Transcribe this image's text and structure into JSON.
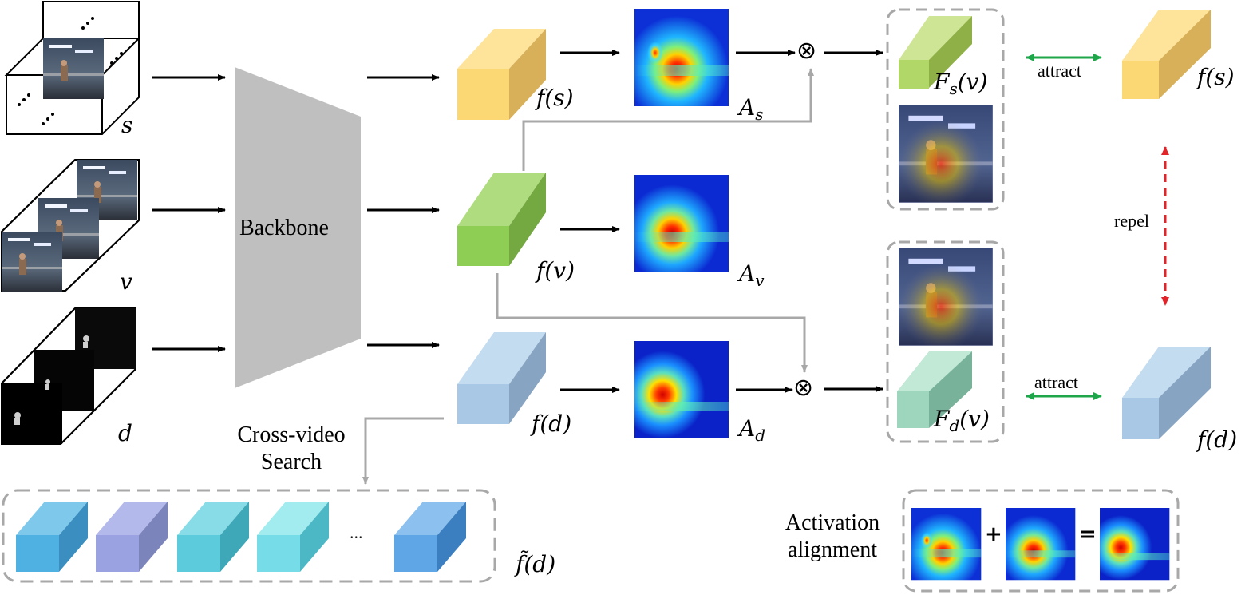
{
  "inputs": {
    "s": "s",
    "v": "v",
    "d": "d"
  },
  "backbone": "Backbone",
  "features": {
    "fs": "f(s)",
    "fv": "f(v)",
    "fd": "f(d)"
  },
  "attention": {
    "As": "A",
    "As_sub": "s",
    "Av": "A",
    "Av_sub": "v",
    "Ad": "A",
    "Ad_sub": "d"
  },
  "operator": "⊗",
  "fused": {
    "Fs": "F",
    "Fs_sub": "s",
    "Fs_arg": "(v)",
    "Fd": "F",
    "Fd_sub": "d",
    "Fd_arg": "(v)"
  },
  "targets": {
    "fs": "f(s)",
    "fd": "f(d)"
  },
  "relations": {
    "attract_top": "attract",
    "attract_bottom": "attract",
    "repel": "repel"
  },
  "search": {
    "line1": "Cross-video",
    "line2": "Search",
    "ellipsis": "...",
    "bank_label": "f̃(d)"
  },
  "alignment": {
    "line1": "Activation",
    "line2": "alignment",
    "plus": "+",
    "equals": "="
  },
  "colors": {
    "skeleton": "#fbd870",
    "rgb": "#8fce55",
    "depth": "#a9c8e6",
    "fused_rgb": "#b0d768",
    "fused_depth": "#9ed6bd",
    "attract": "#1fa64a",
    "repel": "#e0242a",
    "connector_gray": "#a8a8a8",
    "backbone_gray": "#bfbfbf"
  }
}
